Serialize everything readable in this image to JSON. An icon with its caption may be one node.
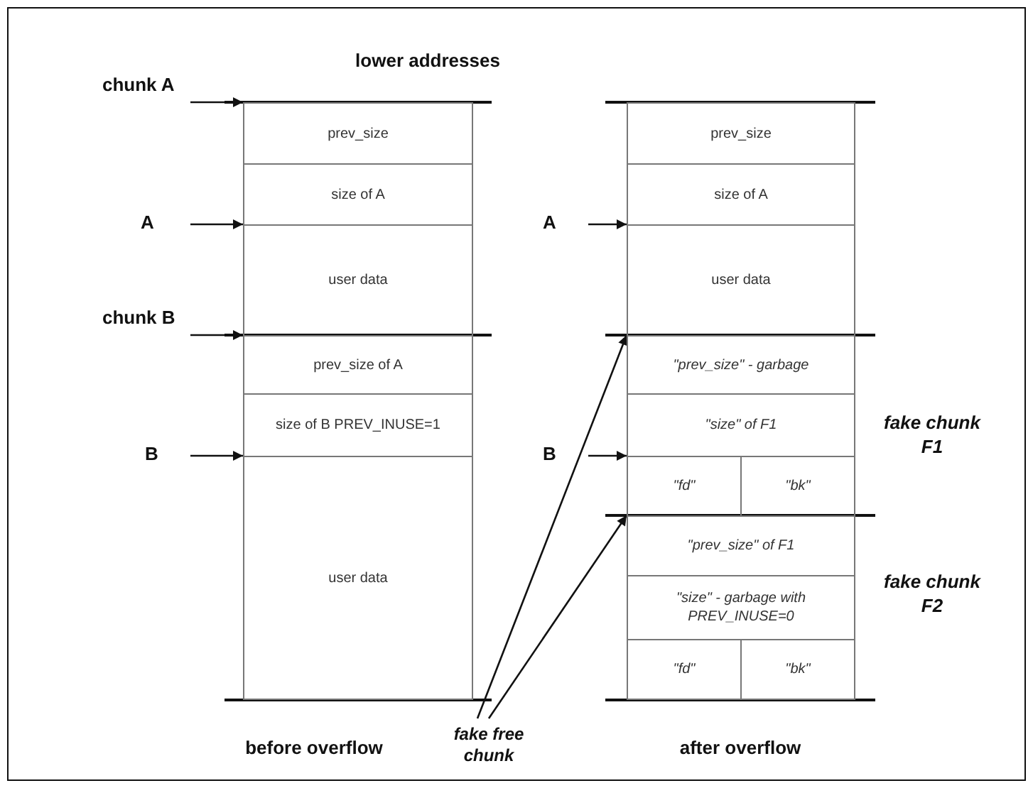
{
  "diagram": {
    "nodes": [
      {
        "text": [
          "chunk A"
        ]
      },
      {
        "text": [
          "prev_size"
        ]
      },
      {
        "text": [
          "size of A"
        ]
      },
      {
        "text": [
          "A"
        ]
      },
      {
        "text": [
          "user data"
        ]
      },
      {
        "text": [
          "chunk B"
        ]
      },
      {
        "text": [
          "prev_size of A"
        ]
      },
      {
        "text": [
          "size of B PREV_INUSE=1"
        ]
      },
      {
        "text": [
          "B"
        ]
      },
      {
        "text": [
          "user data"
        ]
      },
      {
        "text": [
          "prev_size"
        ]
      },
      {
        "text": [
          "size of A"
        ]
      },
      {
        "text": [
          "A"
        ]
      },
      {
        "text": [
          "user data"
        ]
      },
      {
        "text": [
          "\"prev_size\" - garbage"
        ]
      },
      {
        "text": [
          "\"size\" of F1"
        ]
      },
      {
        "text": [
          "B"
        ]
      },
      {
        "text": [
          "\"fd\""
        ]
      },
      {
        "text": [
          "\"bk\""
        ]
      },
      {
        "text": [
          "\"prev_size\" of F1"
        ]
      },
      {
        "text": [
          "\"size\" - garbage with PREV_INUSE=0"
        ]
      },
      {
        "text": [
          "\"fd\""
        ]
      },
      {
        "text": [
          "\"bk\""
        ]
      },
      {
        "text": [
          "fake free chunk"
        ]
      }
    ],
    "edges": [
      {
        "from": 0,
        "to": 1,
        "arrow": "to"
      },
      {
        "from": 3,
        "to": 4,
        "arrow": "to"
      },
      {
        "from": 5,
        "to": 6,
        "arrow": "to"
      },
      {
        "from": 8,
        "to": 9,
        "arrow": "to"
      },
      {
        "from": 12,
        "to": 13,
        "arrow": "to"
      },
      {
        "from": 16,
        "to": 17,
        "arrow": "to"
      },
      {
        "from": 23,
        "to": 14,
        "arrow": "to"
      },
      {
        "from": 23,
        "to": 19,
        "arrow": "to"
      }
    ],
    "labels": [
      "lower addresses",
      "fake chunk F1",
      "fake chunk F2",
      "before overflow",
      "after overflow"
    ]
  }
}
